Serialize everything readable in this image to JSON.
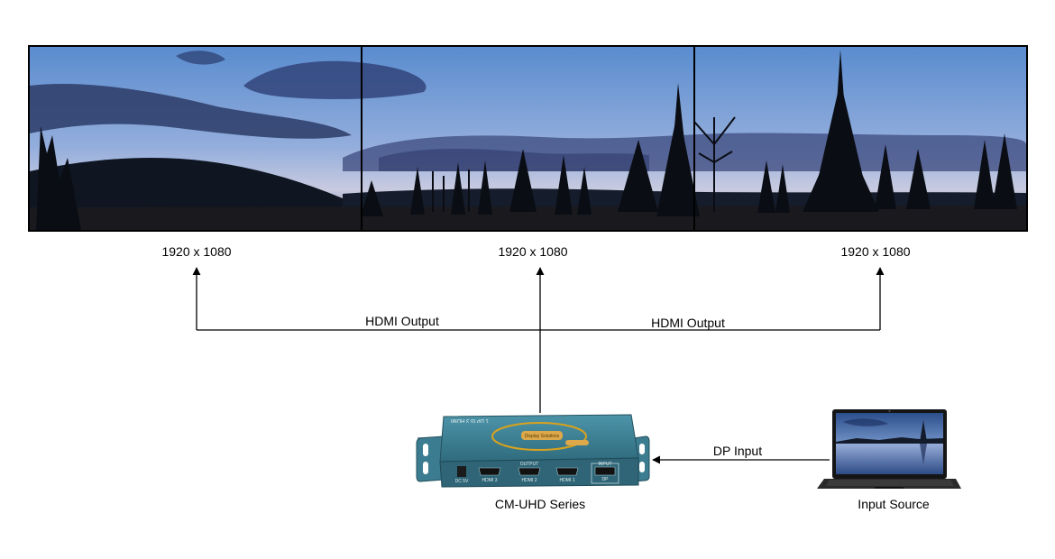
{
  "video_wall": {
    "panels": [
      {
        "resolution": "1920 x 1080"
      },
      {
        "resolution": "1920 x 1080"
      },
      {
        "resolution": "1920 x 1080"
      }
    ]
  },
  "connections": {
    "hdmi_left": "HDMI Output",
    "hdmi_right": "HDMI Output",
    "dp": "DP Input"
  },
  "device": {
    "name": "CM-UHD Series",
    "top_label": "1 DP to 3 HDMI",
    "badge": "Display Solutions",
    "output_group": "OUTPUT",
    "input_group": "INPUT",
    "ports": [
      "HDMI 3",
      "HDMI 2",
      "HDMI 1"
    ],
    "input_port": "DP",
    "power": "DC 5V"
  },
  "source": {
    "name": "Input Source"
  },
  "colors": {
    "device_body": "#3f7f93",
    "frame": "#000000",
    "sky_top": "#5c8fd0",
    "sky_horizon": "#b6c3dd"
  }
}
